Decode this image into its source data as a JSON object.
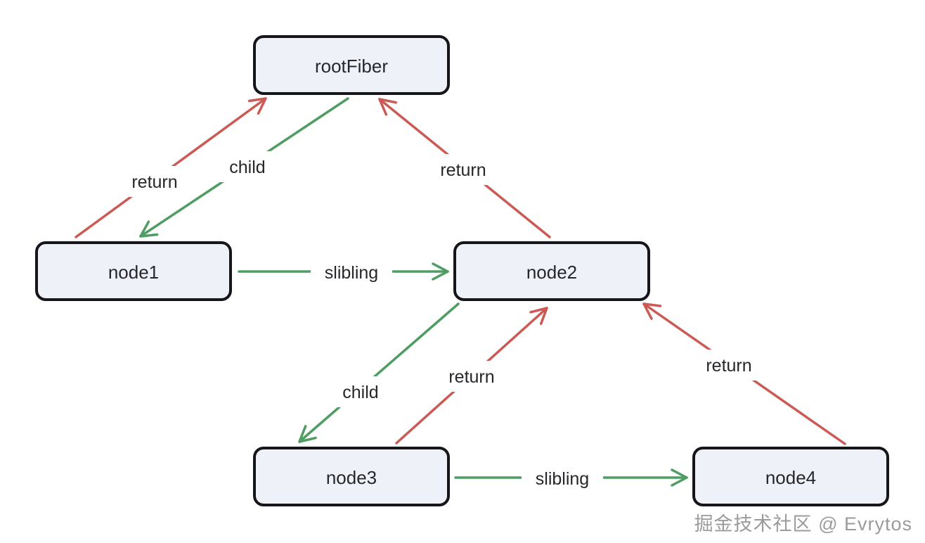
{
  "diagram": {
    "title": "fiber-tree-structure",
    "colors": {
      "background": "#ffffff",
      "node_fill": "#eef1f8",
      "node_border": "#15151a",
      "node_text": "#26262b",
      "arrow_return": "#cc5a54",
      "arrow_child_sibling": "#4e9d62",
      "edge_label_text": "#26262b",
      "watermark_text_color": "#9b9b9b"
    }
  },
  "nodes": [
    {
      "id": "rootFiber",
      "label": "rootFiber"
    },
    {
      "id": "node1",
      "label": "node1"
    },
    {
      "id": "node2",
      "label": "node2"
    },
    {
      "id": "node3",
      "label": "node3"
    },
    {
      "id": "node4",
      "label": "node4"
    }
  ],
  "edges": [
    {
      "from": "node1",
      "to": "rootFiber",
      "label": "return",
      "color": "#cc5a54"
    },
    {
      "from": "rootFiber",
      "to": "node1",
      "label": "child",
      "color": "#4e9d62"
    },
    {
      "from": "node2",
      "to": "rootFiber",
      "label": "return",
      "color": "#cc5a54"
    },
    {
      "from": "node1",
      "to": "node2",
      "label": "slibling",
      "color": "#4e9d62"
    },
    {
      "from": "node2",
      "to": "node3",
      "label": "child",
      "color": "#4e9d62"
    },
    {
      "from": "node3",
      "to": "node2",
      "label": "return",
      "color": "#cc5a54"
    },
    {
      "from": "node4",
      "to": "node2",
      "label": "return",
      "color": "#cc5a54"
    },
    {
      "from": "node3",
      "to": "node4",
      "label": "slibling",
      "color": "#4e9d62"
    }
  ],
  "watermark": {
    "text": "掘金技术社区 @ Evrytos"
  }
}
